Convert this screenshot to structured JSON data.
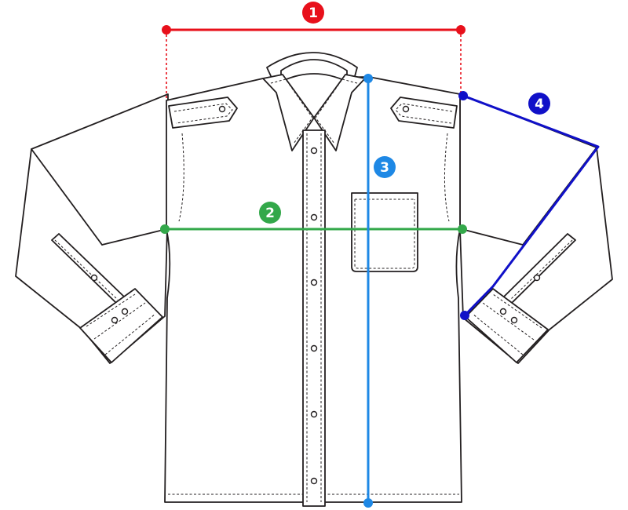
{
  "diagram": {
    "subject": "shirt-measurement-guide",
    "measurements": [
      {
        "number": "1",
        "color": "#e8101b"
      },
      {
        "number": "2",
        "color": "#33a84a"
      },
      {
        "number": "3",
        "color": "#1e88e5"
      },
      {
        "number": "4",
        "color": "#1010c8"
      }
    ]
  }
}
